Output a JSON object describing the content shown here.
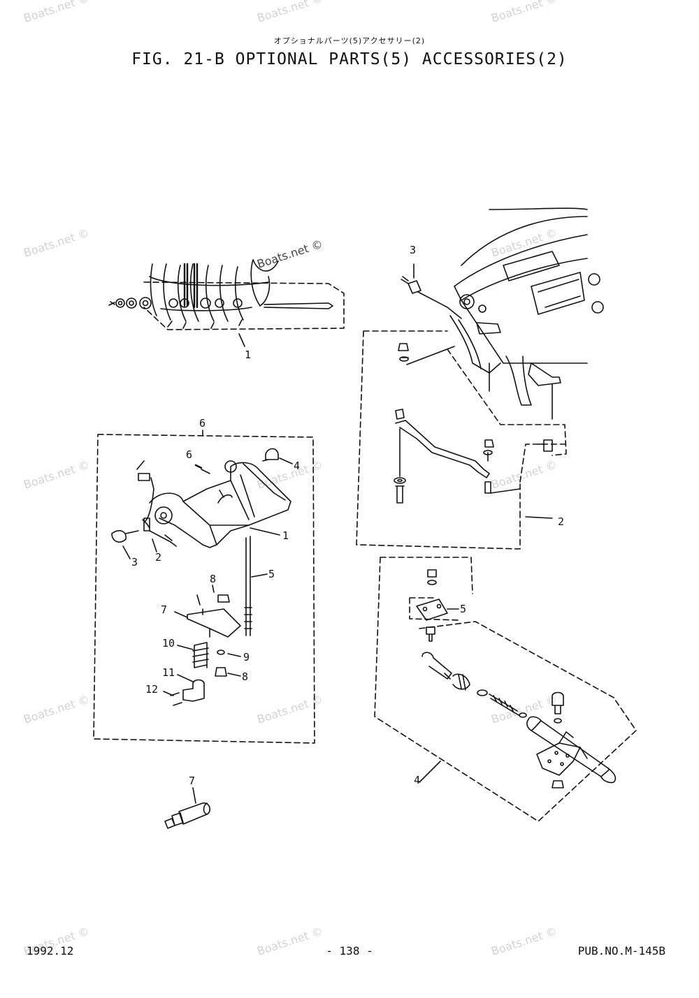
{
  "header": {
    "title_jp": "オプショナルパーツ(5)アクセサリー(2)",
    "title_en": "FIG. 21-B OPTIONAL PARTS(5) ACCESSORIES(2)"
  },
  "footer": {
    "date": "1992.12",
    "page": "- 138 -",
    "pub_no": "PUB.NO.M-145B"
  },
  "watermark": "Boats.net ©",
  "callouts": {
    "g1": {
      "n1": "1"
    },
    "g2": {
      "n3": "3",
      "n2": "2"
    },
    "g3": {
      "n6_group": "6",
      "n6": "6",
      "n4": "4",
      "n1": "1",
      "n3": "3",
      "n2": "2",
      "n5": "5",
      "n8a": "8",
      "n7": "7",
      "n10": "10",
      "n9": "9",
      "n8b": "8",
      "n11": "11",
      "n12": "12"
    },
    "g4": {
      "n5": "5",
      "n4": "4"
    },
    "g5": {
      "n7": "7"
    }
  },
  "colors": {
    "line": "#111111",
    "watermark": "#d2d2d2"
  }
}
